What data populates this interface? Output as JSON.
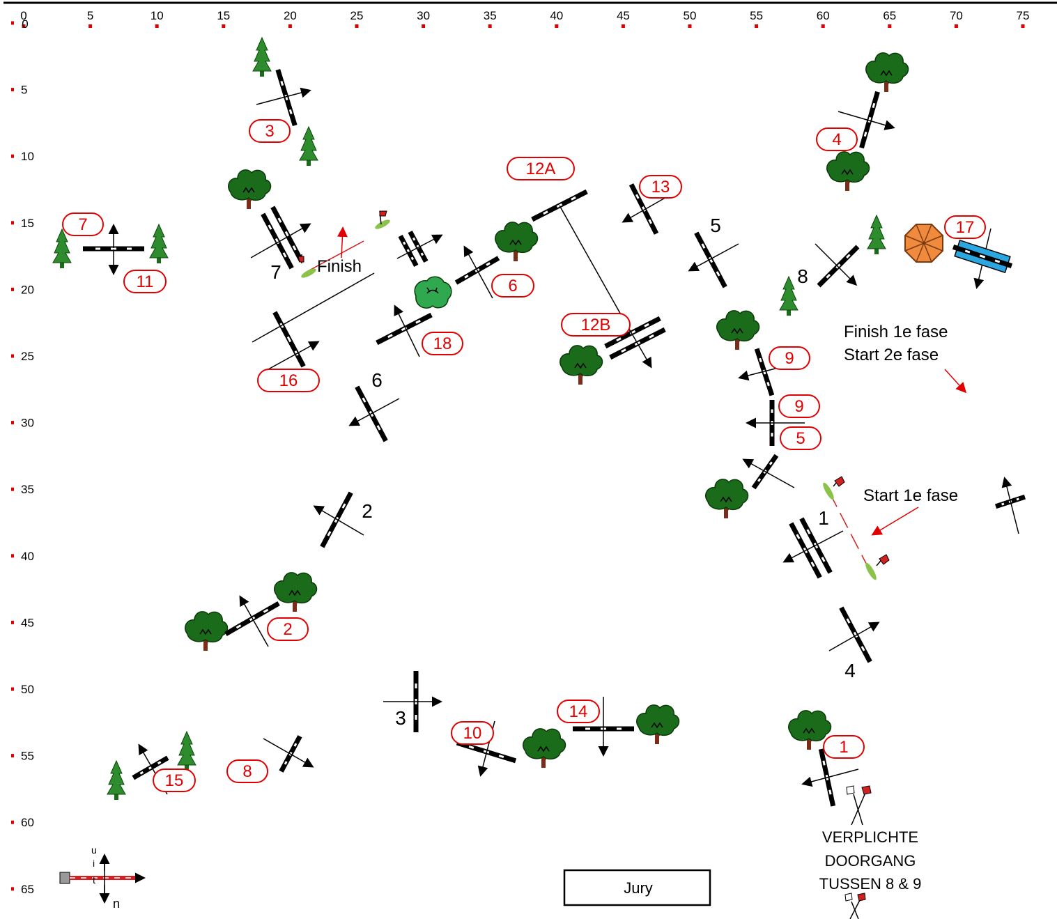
{
  "axes": {
    "x_ticks": [
      "0",
      "5",
      "10",
      "15",
      "20",
      "25",
      "30",
      "35",
      "40",
      "45",
      "50",
      "55",
      "60",
      "65",
      "70",
      "75"
    ],
    "y_ticks": [
      "0",
      "5",
      "10",
      "15",
      "20",
      "25",
      "30",
      "35",
      "40",
      "45",
      "50",
      "55",
      "60",
      "65"
    ]
  },
  "phase1_labels": [
    "3",
    "4",
    "12A",
    "13",
    "7",
    "11",
    "17",
    "6",
    "12B",
    "18",
    "16",
    "9",
    "9",
    "5",
    "2",
    "14",
    "10",
    "8",
    "15",
    "1"
  ],
  "phase2_numbers": [
    "5",
    "7",
    "8",
    "6",
    "1",
    "2",
    "4",
    "3"
  ],
  "annotations": {
    "finish_flag": "Finish",
    "finish1_start2_line1": "Finish 1e fase",
    "finish1_start2_line2": "Start 2e fase",
    "start1": "Start 1e fase",
    "mandatory_line1": "VERPLICHTE",
    "mandatory_line2": "DOORGANG",
    "mandatory_line3": "TUSSEN 8 & 9",
    "jury": "Jury"
  },
  "legend": {
    "u": "u",
    "i": "i",
    "t": "t",
    "n": "n"
  },
  "colors": {
    "label_red": "#e00000",
    "tree_green": "#1a6b1a",
    "fir_green": "#2e8b2e",
    "trunk": "#7a2e1a",
    "water_blue": "#2aa6e0",
    "umbrella_orange": "#f08a3c",
    "grid_red": "#e00000"
  }
}
